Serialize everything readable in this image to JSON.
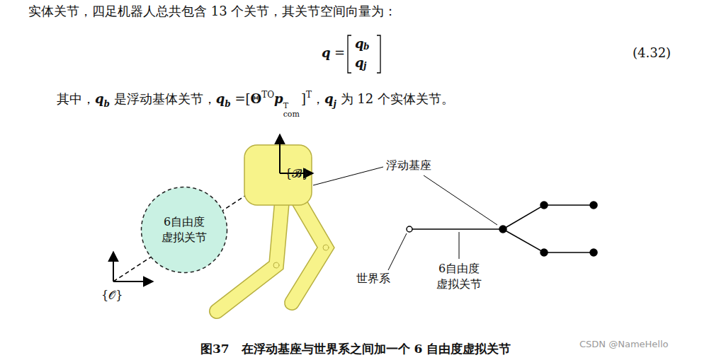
{
  "diagram": {
    "caption": "图37　在浮动基座与世界系之间加一个 6 自由度虚拟关节",
    "nodes": [
      {
        "text": [
          "6自由度 虚拟关节"
        ]
      }
    ],
    "edges": [],
    "labels": [
      "实体关节，四足机器人总共包含 13 个关节，其关节空间向量为：",
      "q",
      "=",
      "q",
      "b",
      "q",
      "j",
      "(4.32)",
      "其中，",
      "q",
      "b",
      " 是浮动基体关节，",
      "q",
      "b",
      " =[",
      "Θ",
      "T",
      "O",
      "p",
      "T",
      "com",
      "]",
      "T",
      "，",
      "q",
      "j",
      " 为 12 个实体关节。",
      "{𝓑}",
      "{𝒪}",
      "浮动基座",
      "世界系",
      "6自由度 虚拟关节",
      "CSDN @NameHello"
    ]
  }
}
